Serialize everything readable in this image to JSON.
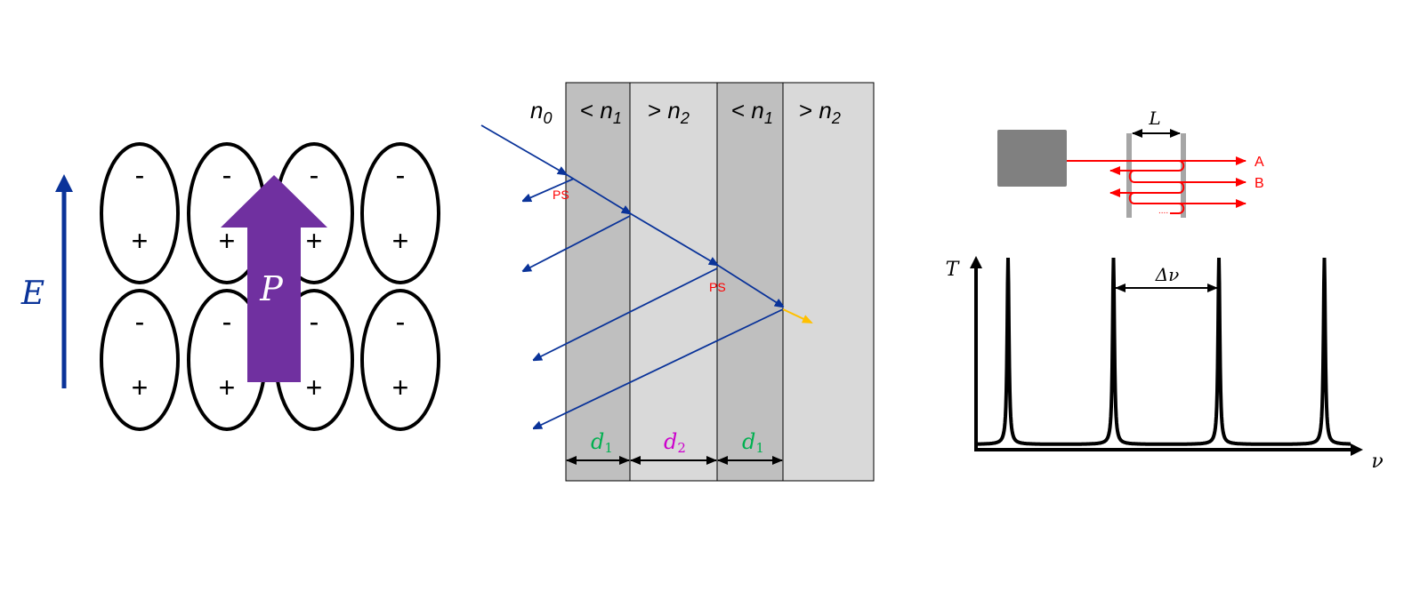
{
  "polarization": {
    "field_label": "E",
    "polarization_label": "P",
    "minus_sign": "-",
    "plus_sign": "+",
    "colors": {
      "field": "#0a3399",
      "polarization": "#7030a0"
    }
  },
  "multilayer": {
    "layer_labels": [
      {
        "prefix": "",
        "n": "n",
        "sub": "0"
      },
      {
        "prefix": "< ",
        "n": "n",
        "sub": "1"
      },
      {
        "prefix": "> ",
        "n": "n",
        "sub": "2"
      },
      {
        "prefix": "< ",
        "n": "n",
        "sub": "1"
      },
      {
        "prefix": "> ",
        "n": "n",
        "sub": "2"
      }
    ],
    "phase_shift_label": "PS",
    "thicknesses": [
      {
        "d": "d",
        "sub": "1",
        "color": "#00b050"
      },
      {
        "d": "d",
        "sub": "2",
        "color": "#cc00cc"
      },
      {
        "d": "d",
        "sub": "1",
        "color": "#00b050"
      }
    ],
    "colors": {
      "ray": "#0a3399",
      "transmitted": "#ffc000",
      "dark_layer": "#bfbfbf",
      "light_layer": "#d9d9d9",
      "ps": "#ff0000"
    }
  },
  "fabry_perot": {
    "cavity_length_label": "L",
    "beam_labels": [
      "A",
      "B"
    ],
    "ellipsis": "....",
    "y_axis_label": "T",
    "x_axis_label": "ν",
    "spacing_label": "Δν",
    "colors": {
      "beam": "#ff0000",
      "source": "#808080",
      "mirror": "#a6a6a6"
    }
  }
}
